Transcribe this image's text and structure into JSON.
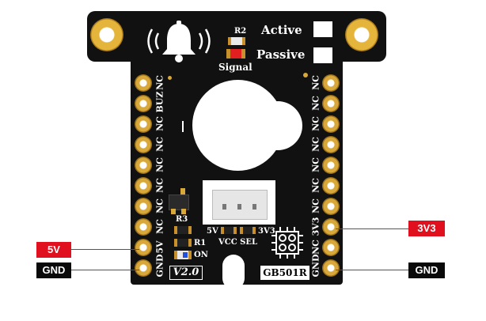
{
  "board": {
    "signal_label": "Signal",
    "active_label": "Active",
    "passive_label": "Passive",
    "vcc_sel_label": "VCC SEL",
    "sel_5v_label": "5V",
    "sel_3v3_label": "3V3",
    "r1_label": "R1",
    "r2_label": "R2",
    "r3_label": "R3",
    "on_label": "ON",
    "version_label": "V2.0",
    "model_label": "GB501R",
    "left_pins": [
      "NC",
      "BUZ",
      "NC",
      "NC",
      "NC",
      "NC",
      "NC",
      "NC",
      "5V",
      "GND"
    ],
    "right_pins": [
      "NC",
      "NC",
      "NC",
      "NC",
      "NC",
      "NC",
      "NC",
      "3V3",
      "NC",
      "GND"
    ]
  },
  "callouts": {
    "left_5v": "5V",
    "left_gnd": "GND",
    "right_3v3": "3V3",
    "right_gnd": "GND"
  },
  "colors": {
    "pcb": "#111111",
    "gold": "#e5b43a",
    "tag_red": "#e0101e",
    "tag_black": "#0a0a0a",
    "led_red": "#e02020",
    "led_blue": "#2050e0"
  },
  "icons": {
    "bell": "bell-icon",
    "hardware": "hardware-logo-icon"
  }
}
